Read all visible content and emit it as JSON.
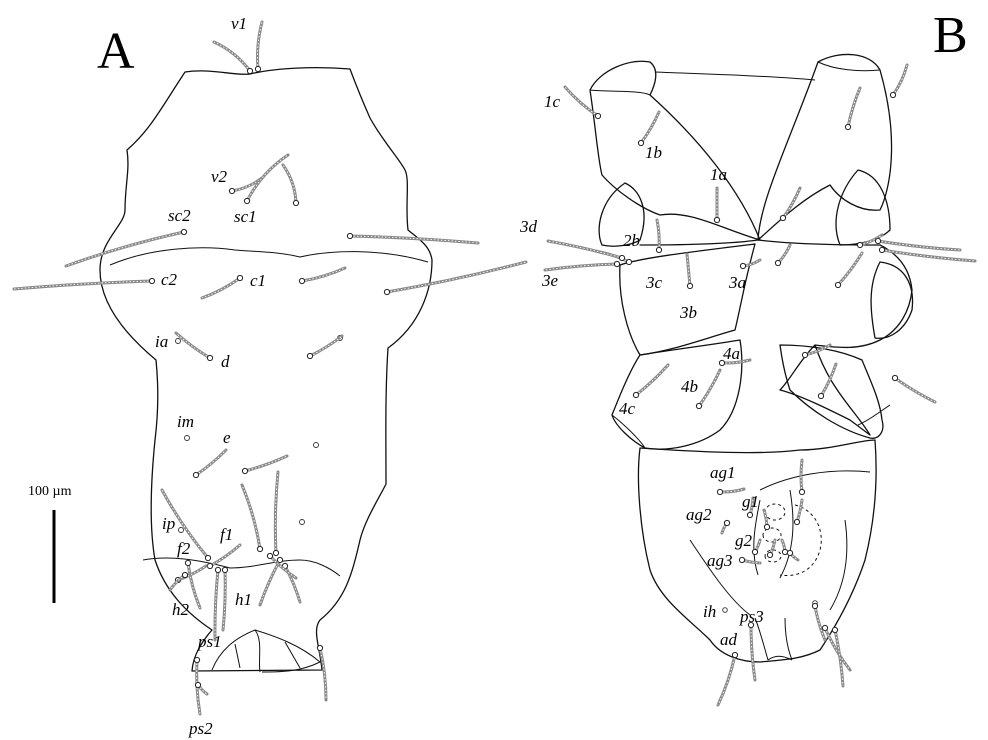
{
  "panels": {
    "a": {
      "letter": "A"
    },
    "b": {
      "letter": "B"
    }
  },
  "scale_bar": {
    "label": "100 µm"
  },
  "labels_a": {
    "v1": "v1",
    "v2": "v2",
    "sc1": "sc1",
    "sc2": "sc2",
    "c1": "c1",
    "c2": "c2",
    "ia": "ia",
    "d": "d",
    "im": "im",
    "e": "e",
    "ip": "ip",
    "f1": "f1",
    "f2": "f2",
    "h1": "h1",
    "h2": "h2",
    "ps1": "ps1",
    "ps2": "ps2"
  },
  "labels_b": {
    "1c": "1c",
    "1b": "1b",
    "1a": "1a",
    "2b": "2b",
    "3d": "3d",
    "3e": "3e",
    "3c": "3c",
    "3b": "3b",
    "3a": "3a",
    "4a": "4a",
    "4b": "4b",
    "4c": "4c",
    "ag1": "ag1",
    "g1": "g1",
    "ag2": "ag2",
    "g2": "g2",
    "ag3": "ag3",
    "ih": "ih",
    "ps3": "ps3",
    "ad": "ad"
  }
}
